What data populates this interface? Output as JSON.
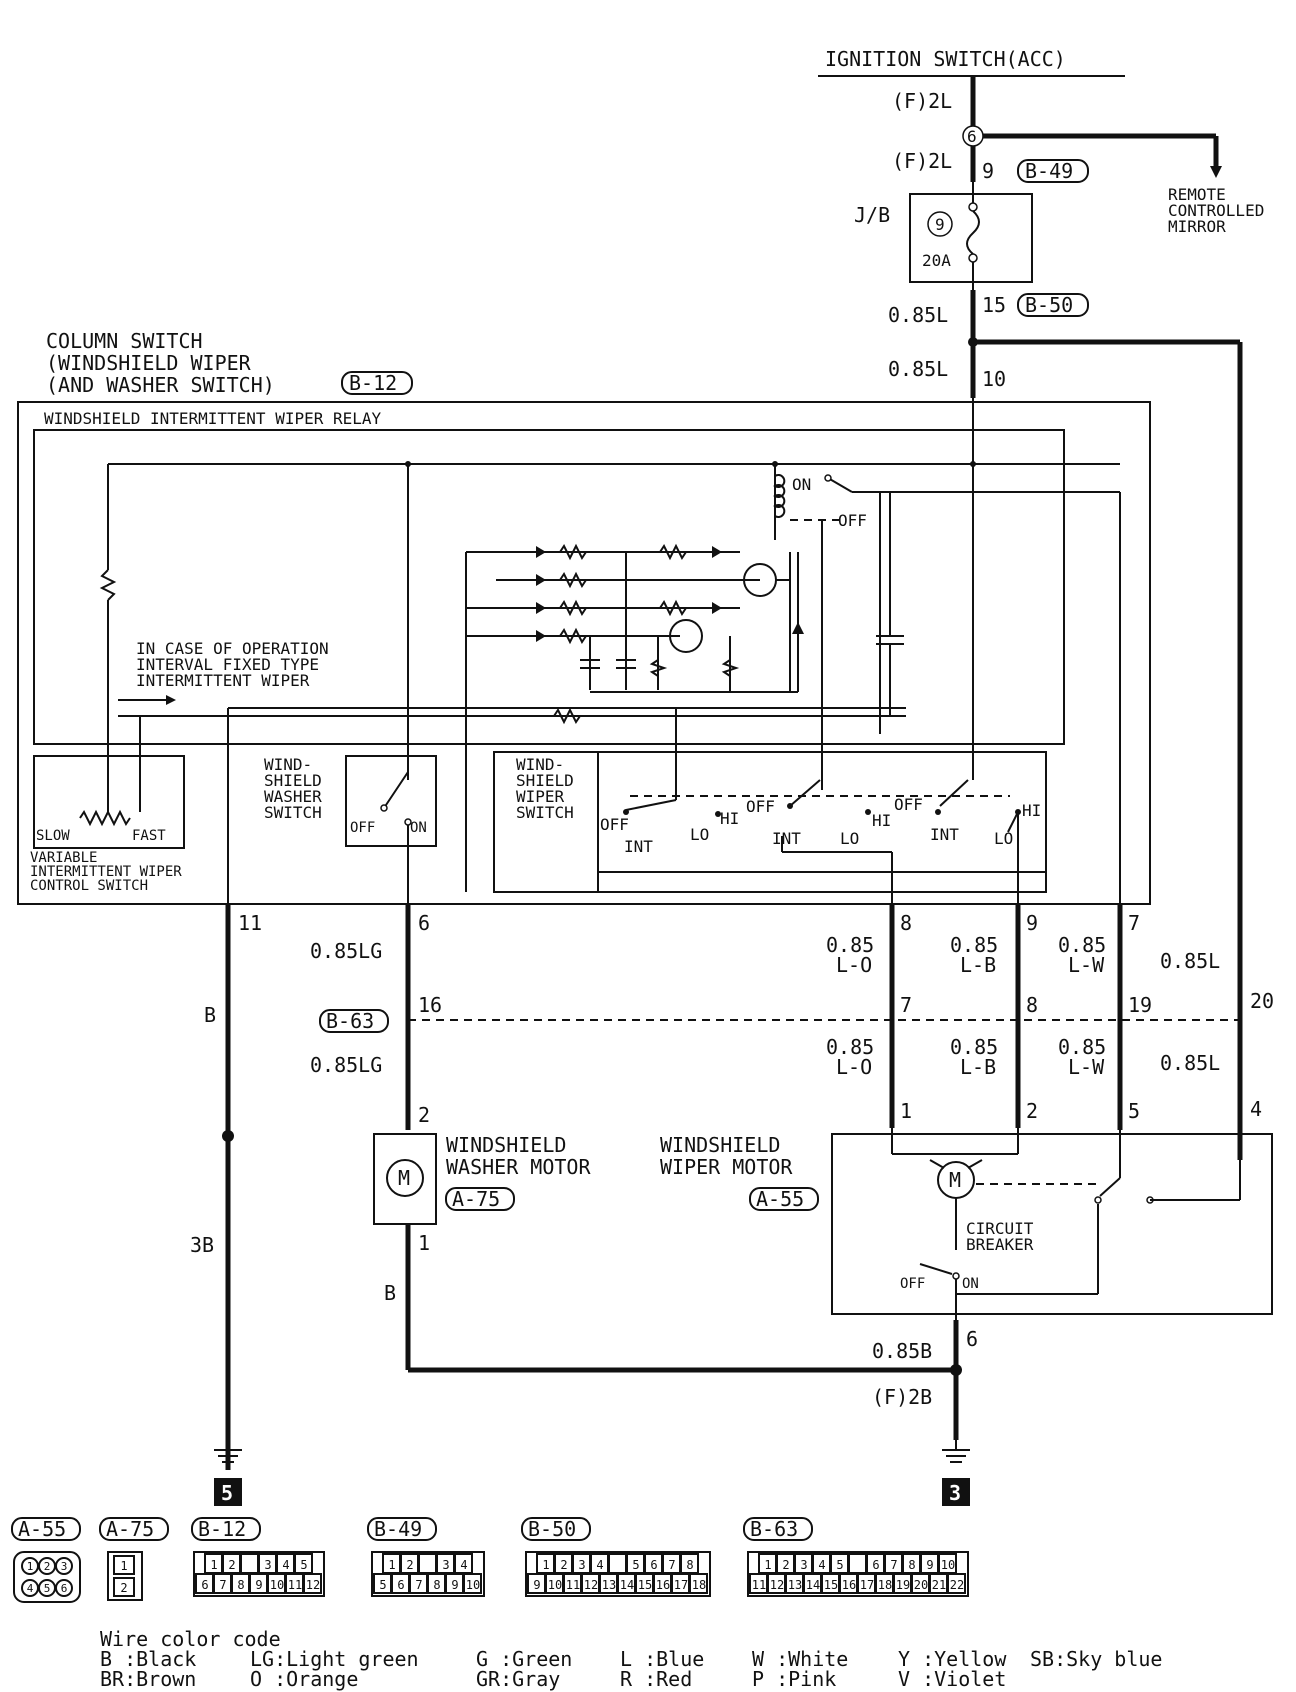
{
  "top": {
    "ignition": "IGNITION SWITCH(ACC)",
    "f2l_a": "(F)2L",
    "f2l_b": "(F)2L",
    "node6": "6",
    "pin9": "9",
    "b49": "B-49",
    "remote": [
      "REMOTE",
      "CONTROLLED",
      "MIRROR"
    ],
    "jb": "J/B",
    "fuse_no": "9",
    "fuse_amp": "20A",
    "w085l_a": "0.85L",
    "pin15": "15",
    "b50": "B-50",
    "w085l_b": "0.85L",
    "pin10": "10"
  },
  "column": {
    "title1": "COLUMN SWITCH",
    "title2": "(WINDSHIELD WIPER",
    "title3": "(AND WASHER SWITCH)",
    "b12": "B-12",
    "relay": "WINDSHIELD INTERMITTENT WIPER RELAY",
    "note": [
      "IN CASE OF OPERATION",
      "INTERVAL FIXED TYPE",
      "INTERMITTENT WIPER"
    ],
    "on": "ON",
    "off": "OFF",
    "var_slow": "SLOW",
    "var_fast": "FAST",
    "var_label": [
      "VARIABLE",
      "INTERMITTENT WIPER",
      "CONTROL SWITCH"
    ],
    "washer_sw": [
      "WIND-",
      "SHIELD",
      "WASHER",
      "SWITCH"
    ],
    "washer_off": "OFF",
    "washer_on": "ON",
    "wiper_sw": [
      "WIND-",
      "SHIELD",
      "WIPER",
      "SWITCH"
    ],
    "sw_labels": [
      "OFF",
      "INT",
      "LO",
      "HI",
      "OFF",
      "INT",
      "LO",
      "HI",
      "OFF",
      "INT",
      "LO",
      "HI"
    ]
  },
  "wires": {
    "p11": "11",
    "b": "B",
    "p6": "6",
    "lg1": "0.85LG",
    "b63": "B-63",
    "p16": "16",
    "lg2": "0.85LG",
    "p8": "8",
    "lo1a": "0.85",
    "lo1b": "L-O",
    "p9": "9",
    "lb1a": "0.85",
    "lb1b": "L-B",
    "p7": "7",
    "lw1a": "0.85",
    "lw1b": "L-W",
    "l1": "0.85L",
    "p7b": "7",
    "p8b": "8",
    "p19": "19",
    "p20": "20",
    "lo2a": "0.85",
    "lo2b": "L-O",
    "lb2a": "0.85",
    "lb2b": "L-B",
    "lw2a": "0.85",
    "lw2b": "L-W",
    "l2": "0.85L",
    "m1": "1",
    "m2": "2",
    "m5": "5",
    "m4": "4",
    "wm2": "2",
    "wm1": "1",
    "w3b": "3B",
    "wb": "B",
    "w085b": "0.85B",
    "p6b": "6",
    "f2b": "(F)2B",
    "g5": "5",
    "g3": "3"
  },
  "motors": {
    "washer": [
      "WINDSHIELD",
      "WASHER MOTOR"
    ],
    "a75": "A-75",
    "wiper": [
      "WINDSHIELD",
      "WIPER MOTOR"
    ],
    "a55": "A-55",
    "cb": [
      "CIRCUIT",
      "BREAKER"
    ],
    "off": "OFF",
    "on": "ON"
  },
  "connectors": {
    "a55": "A-55",
    "a55_pins": [
      "1",
      "2",
      "3",
      "4",
      "5",
      "6"
    ],
    "a75": "A-75",
    "a75_pins": [
      "1",
      "2"
    ],
    "b12": "B-12",
    "b12_top": [
      "1",
      "2",
      "",
      "3",
      "4",
      "5"
    ],
    "b12_bot": [
      "6",
      "7",
      "8",
      "9",
      "10",
      "11",
      "12"
    ],
    "b49": "B-49",
    "b49_top": [
      "1",
      "2",
      "",
      "3",
      "4"
    ],
    "b49_bot": [
      "5",
      "6",
      "7",
      "8",
      "9",
      "10"
    ],
    "b50": "B-50",
    "b50_top": [
      "1",
      "2",
      "3",
      "4",
      "",
      "5",
      "6",
      "7",
      "8"
    ],
    "b50_bot": [
      "9",
      "10",
      "11",
      "12",
      "13",
      "14",
      "15",
      "16",
      "17",
      "18"
    ],
    "b63": "B-63",
    "b63_top": [
      "1",
      "2",
      "3",
      "4",
      "5",
      "",
      "6",
      "7",
      "8",
      "9",
      "10"
    ],
    "b63_bot": [
      "11",
      "12",
      "13",
      "14",
      "15",
      "16",
      "17",
      "18",
      "19",
      "20",
      "21",
      "22"
    ]
  },
  "legend": {
    "title": "Wire color code",
    "row1": [
      "B :Black",
      "LG:Light green",
      "G :Green",
      "L :Blue",
      "W :White",
      "Y :Yellow",
      "SB:Sky blue"
    ],
    "row2": [
      "BR:Brown",
      "O :Orange",
      "GR:Gray",
      "R :Red",
      "P :Pink",
      "V :Violet"
    ]
  }
}
